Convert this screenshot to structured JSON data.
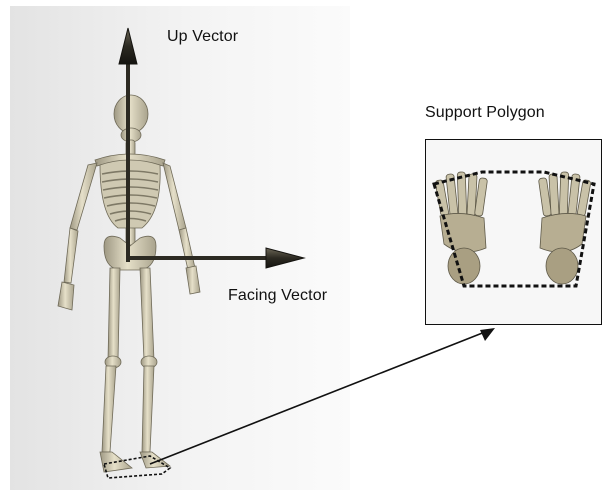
{
  "labels": {
    "up_vector": "Up Vector",
    "facing_vector": "Facing Vector",
    "support_polygon": "Support Polygon"
  },
  "colors": {
    "bone": "#d8d2bb",
    "bone_shadow": "#8f8a76",
    "vector": "#2c2a22",
    "outline": "#111111"
  },
  "icons": {
    "figure": "skeleton-figure",
    "feet": "foot-bones"
  }
}
